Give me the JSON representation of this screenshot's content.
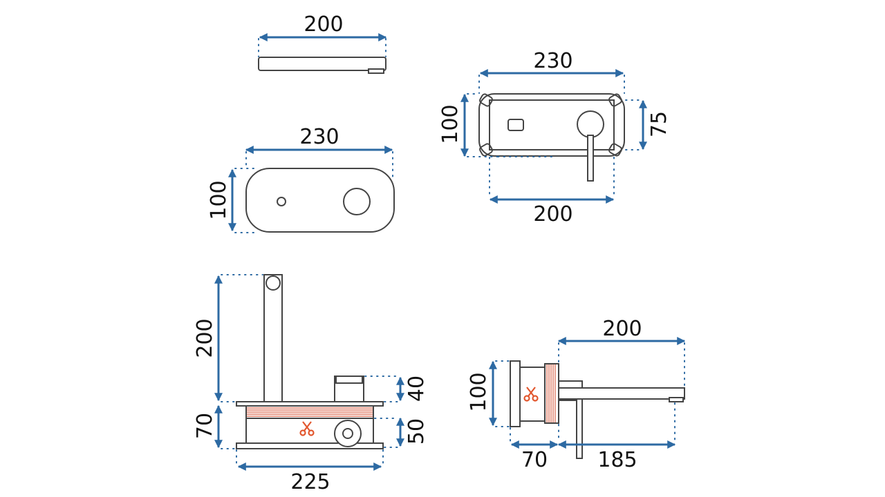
{
  "colors": {
    "dimension": "#2d6aa3",
    "outline": "#444444",
    "cut_mark": "#e2572e",
    "stripes": "#d9634a"
  },
  "icons": {
    "cut_mark": "scissors-icon"
  },
  "views": {
    "top_plate": {
      "width": "200"
    },
    "front_plate": {
      "width": "230",
      "height": "100"
    },
    "mounted_front": {
      "width_outer": "230",
      "height_outer": "100",
      "height_inner": "75",
      "width_inner": "200"
    },
    "side_body": {
      "spout_height": "200",
      "body_height": "70",
      "cap_height": "40",
      "box_height": "50",
      "base_width": "225"
    },
    "side_installed": {
      "spout_length": "200",
      "body_height": "100",
      "wall_depth": "70",
      "projection": "185"
    }
  }
}
